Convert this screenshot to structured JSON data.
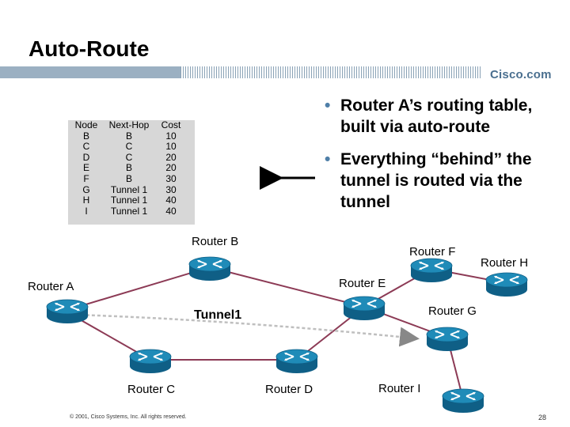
{
  "slide": {
    "title": "Auto-Route",
    "logo": "Cisco.com",
    "footer": "© 2001, Cisco Systems, Inc. All rights reserved.",
    "page_number": "28"
  },
  "routing_table": {
    "headers": [
      "Node",
      "Next-Hop",
      "Cost"
    ],
    "rows": [
      [
        "B",
        "B",
        "10"
      ],
      [
        "C",
        "C",
        "10"
      ],
      [
        "D",
        "C",
        "20"
      ],
      [
        "E",
        "B",
        "20"
      ],
      [
        "F",
        "B",
        "30"
      ],
      [
        "G",
        "Tunnel 1",
        "30"
      ],
      [
        "H",
        "Tunnel 1",
        "40"
      ],
      [
        "I",
        "Tunnel 1",
        "40"
      ]
    ]
  },
  "bullets": [
    "Router A’s routing table, built via auto-route",
    "Everything “behind” the tunnel is routed via the tunnel"
  ],
  "routers": {
    "a": "Router A",
    "b": "Router B",
    "c": "Router C",
    "d": "Router D",
    "e": "Router E",
    "f": "Router F",
    "g": "Router G",
    "h": "Router H",
    "i": "Router I"
  },
  "tunnel_label": "Tunnel1",
  "colors": {
    "router_fill": "#1f8bb8",
    "router_dark": "#0f5f86",
    "link": "#8c3a55",
    "tunnel": "#bfbfbf",
    "bullet_dot": "#4f7fa8"
  }
}
